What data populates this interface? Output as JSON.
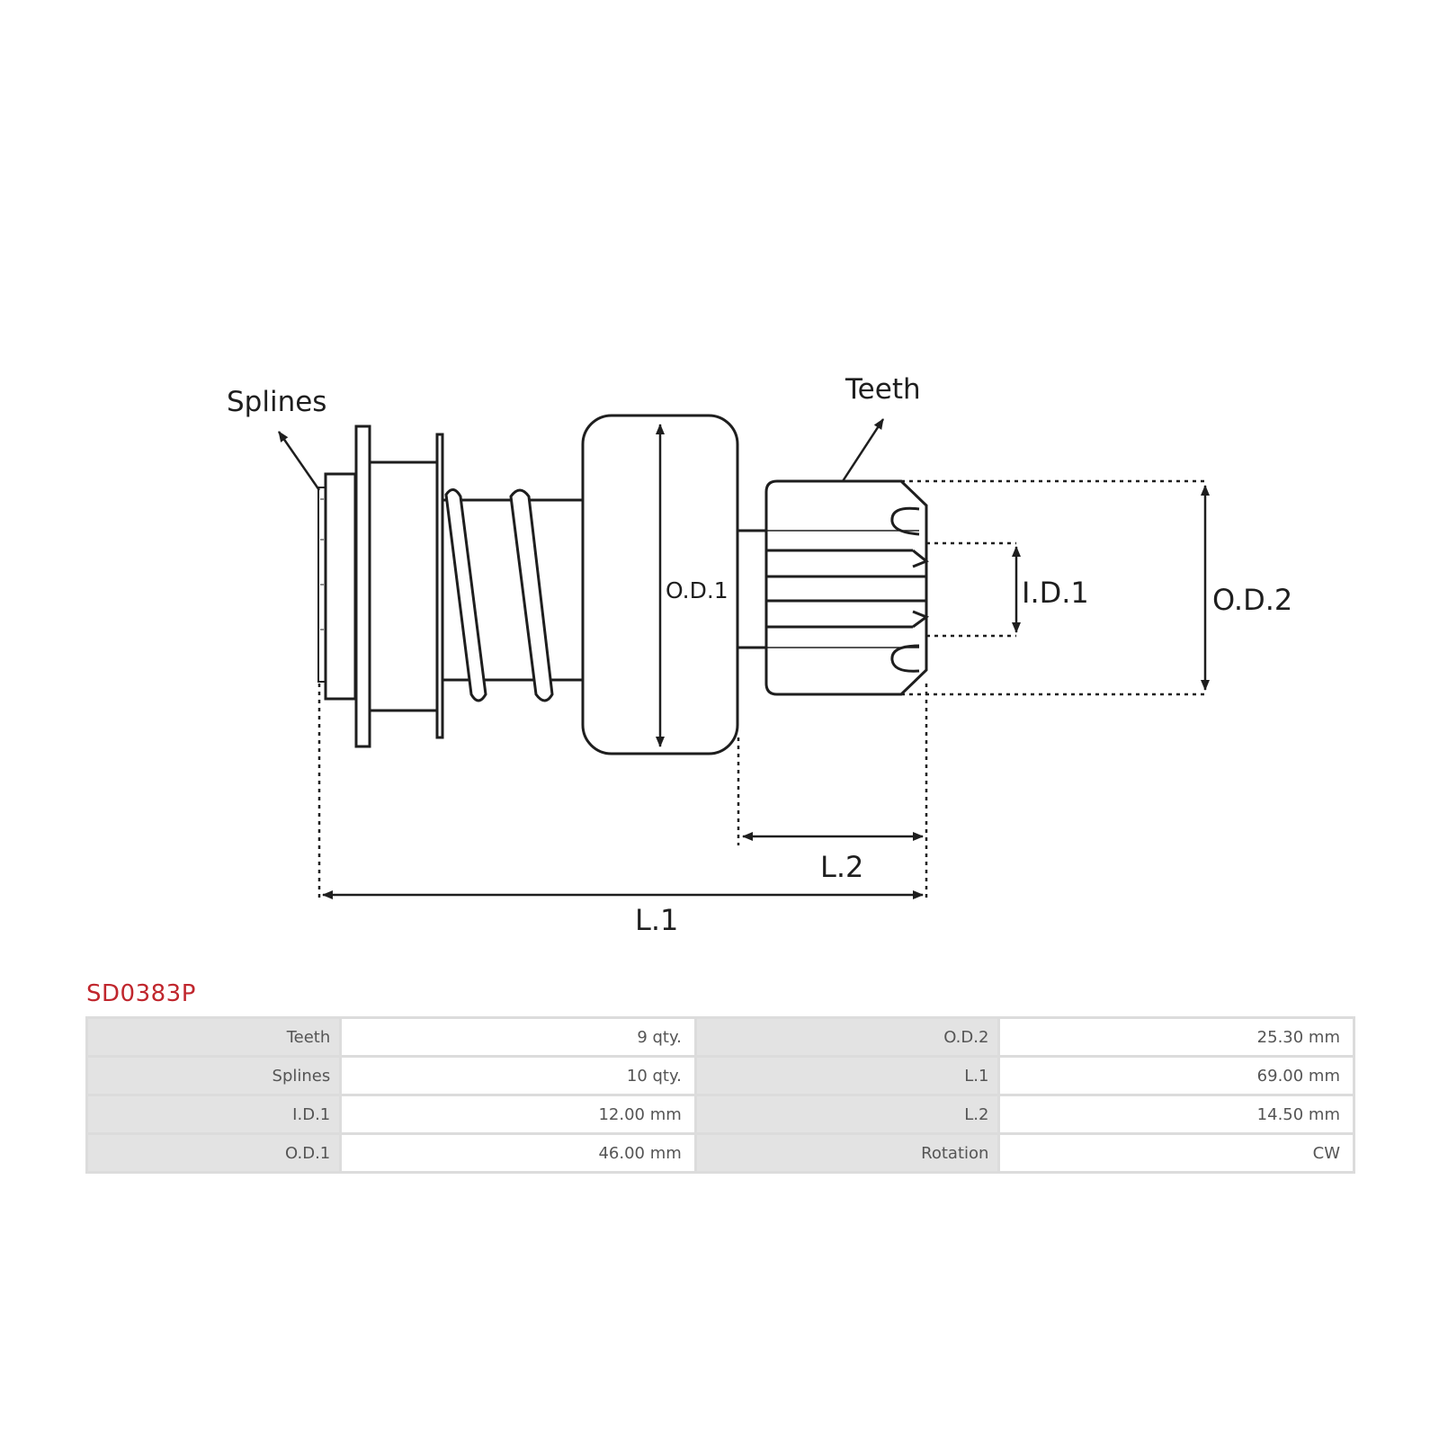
{
  "diagram": {
    "labels": {
      "splines": "Splines",
      "teeth": "Teeth",
      "od1": "O.D.1",
      "id1": "I.D.1",
      "od2": "O.D.2",
      "l1": "L.1",
      "l2": "L.2"
    },
    "line_color": "#1e1e1e"
  },
  "part": {
    "number": "SD0383P",
    "accent_color": "#c0262d"
  },
  "specs": {
    "rows": [
      {
        "label_a": "Teeth",
        "value_a": "9 qty.",
        "label_b": "O.D.2",
        "value_b": "25.30 mm"
      },
      {
        "label_a": "Splines",
        "value_a": "10 qty.",
        "label_b": "L.1",
        "value_b": "69.00 mm"
      },
      {
        "label_a": "I.D.1",
        "value_a": "12.00 mm",
        "label_b": "L.2",
        "value_b": "14.50 mm"
      },
      {
        "label_a": "O.D.1",
        "value_a": "46.00 mm",
        "label_b": "Rotation",
        "value_b": "CW"
      }
    ]
  }
}
